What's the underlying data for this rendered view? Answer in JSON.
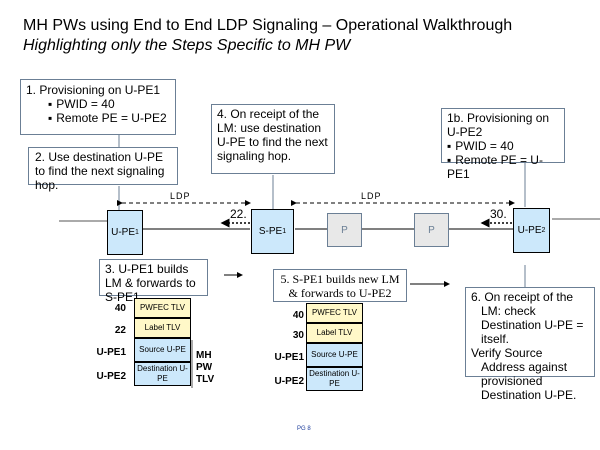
{
  "title": "MH PWs using End to End LDP Signaling – Operational Walkthrough",
  "subtitle": "Highlighting only the Steps Specific to MH PW",
  "callouts": {
    "step1": {
      "heading": "1. Provisioning on U-PE1",
      "bullets": [
        "PWID = 40",
        "Remote PE = U-PE2"
      ]
    },
    "step2": {
      "text": "2. Use destination U-PE to find the next signaling hop."
    },
    "step4": {
      "text": "4. On receipt of the LM:  use destination U-PE to find the next signaling hop."
    },
    "step1b": {
      "heading": "1b. Provisioning on U-PE2",
      "bullets": [
        "PWID = 40",
        "Remote PE = U-PE1"
      ]
    },
    "step3": {
      "text": "3. U-PE1 builds LM & forwards to S-PE1"
    },
    "step5": {
      "text": "5. S-PE1 builds new LM & forwards to U-PE2"
    },
    "step6": {
      "line1": "6. On receipt of the LM: check Destination U-PE = itself.",
      "line2": "Verify Source Address against provisioned Destination U-PE."
    }
  },
  "nodes": {
    "upe1": {
      "label": "U-PE",
      "sub": "1"
    },
    "spe1": {
      "label": "S-PE",
      "sub": "1"
    },
    "p1": {
      "label": "P"
    },
    "p2": {
      "label": "P"
    },
    "upe2": {
      "label": "U-PE",
      "sub": "2"
    }
  },
  "ldp_labels": [
    "LDP",
    "LDP"
  ],
  "label_numbers": {
    "left": "22.",
    "right": "30."
  },
  "stack_left": {
    "rows": [
      {
        "value": "40",
        "field": "PWFEC TLV"
      },
      {
        "value": "22",
        "field": "Label TLV"
      },
      {
        "value": "U-PE1",
        "field": "Source U-PE"
      },
      {
        "value": "U-PE2",
        "field": "Destination U-PE"
      }
    ],
    "mh_label": [
      "MH",
      "PW",
      "TLV"
    ]
  },
  "stack_right": {
    "rows": [
      {
        "value": "40",
        "field": "PWFEC TLV"
      },
      {
        "value": "30",
        "field": "Label TLV"
      },
      {
        "value": "U-PE1",
        "field": "Source U-PE"
      },
      {
        "value": "U-PE2",
        "field": "Destination U-PE"
      }
    ]
  },
  "footer": "PG 8",
  "colors": {
    "node_fill": "#cce8fb",
    "p_fill": "#e8e8e8",
    "tlv_yellow": "#fff8c8",
    "callout_border": "#6b7f95"
  }
}
